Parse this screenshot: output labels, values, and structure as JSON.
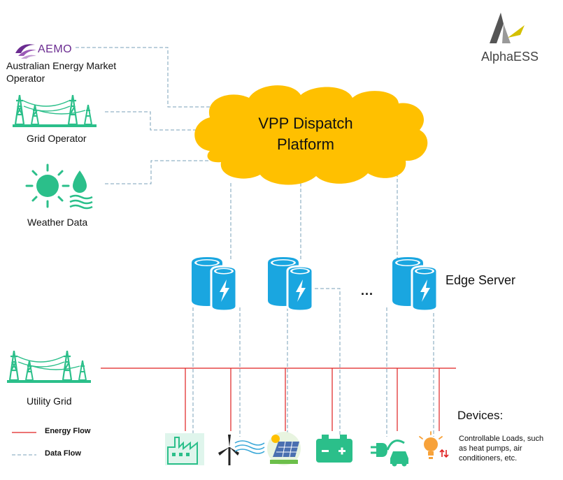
{
  "logos": {
    "aemo": "AEMO",
    "alpha_prefix": "Alpha",
    "alpha_suffix": "ESS"
  },
  "sources": {
    "aemo_line1": "Australian Energy Market",
    "aemo_line2": "Operator",
    "grid_operator": "Grid Operator",
    "weather": "Weather Data",
    "utility_grid": "Utility Grid"
  },
  "platform": {
    "line1": "VPP Dispatch",
    "line2": "Platform"
  },
  "edge": {
    "label": "Edge Server",
    "ellipsis": "..."
  },
  "devices": {
    "title": "Devices:",
    "desc_line1": "Controllable Loads, such",
    "desc_line2": "as heat pumps, air",
    "desc_line3": "conditioners, etc."
  },
  "legend": {
    "energy": "Energy Flow",
    "data": "Data Flow"
  },
  "colors": {
    "cloud": "#ffc000",
    "server": "#1aa6e0",
    "energy_line": "#e02020",
    "data_line": "#7aa0b8",
    "icon_green": "#2bbf8a",
    "aemo_purple": "#6b2c91"
  }
}
